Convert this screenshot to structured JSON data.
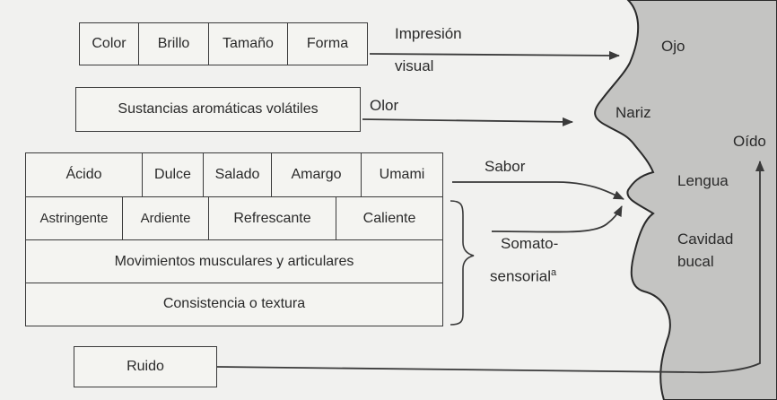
{
  "visual_box": {
    "cells": [
      "Color",
      "Brillo",
      "Tamaño",
      "Forma"
    ]
  },
  "visual_label": {
    "line1": "Impresión",
    "line2": "visual"
  },
  "aroma_box": {
    "text": "Sustancias aromáticas volátiles"
  },
  "olor_label": "Olor",
  "taste_box": {
    "row1": [
      "Ácido",
      "Dulce",
      "Salado",
      "Amargo",
      "Umami"
    ],
    "row2": [
      "Astringente",
      "Ardiente",
      "Refrescante",
      "Caliente"
    ],
    "row3": "Movimientos musculares y articulares",
    "row4": "Consistencia o textura"
  },
  "sabor_label": "Sabor",
  "somato_label": {
    "line1": "Somato-",
    "line2": "sensorial",
    "superscript": "a"
  },
  "ruido_box": {
    "text": "Ruido"
  },
  "face_labels": {
    "ojo": "Ojo",
    "nariz": "Nariz",
    "oido": "Oído",
    "lengua": "Lengua",
    "cavidad1": "Cavidad",
    "cavidad2": "bucal"
  },
  "colors": {
    "face_fill": "#c4c4c2",
    "line": "#3a3a3a",
    "background": "#f1f1ef"
  }
}
